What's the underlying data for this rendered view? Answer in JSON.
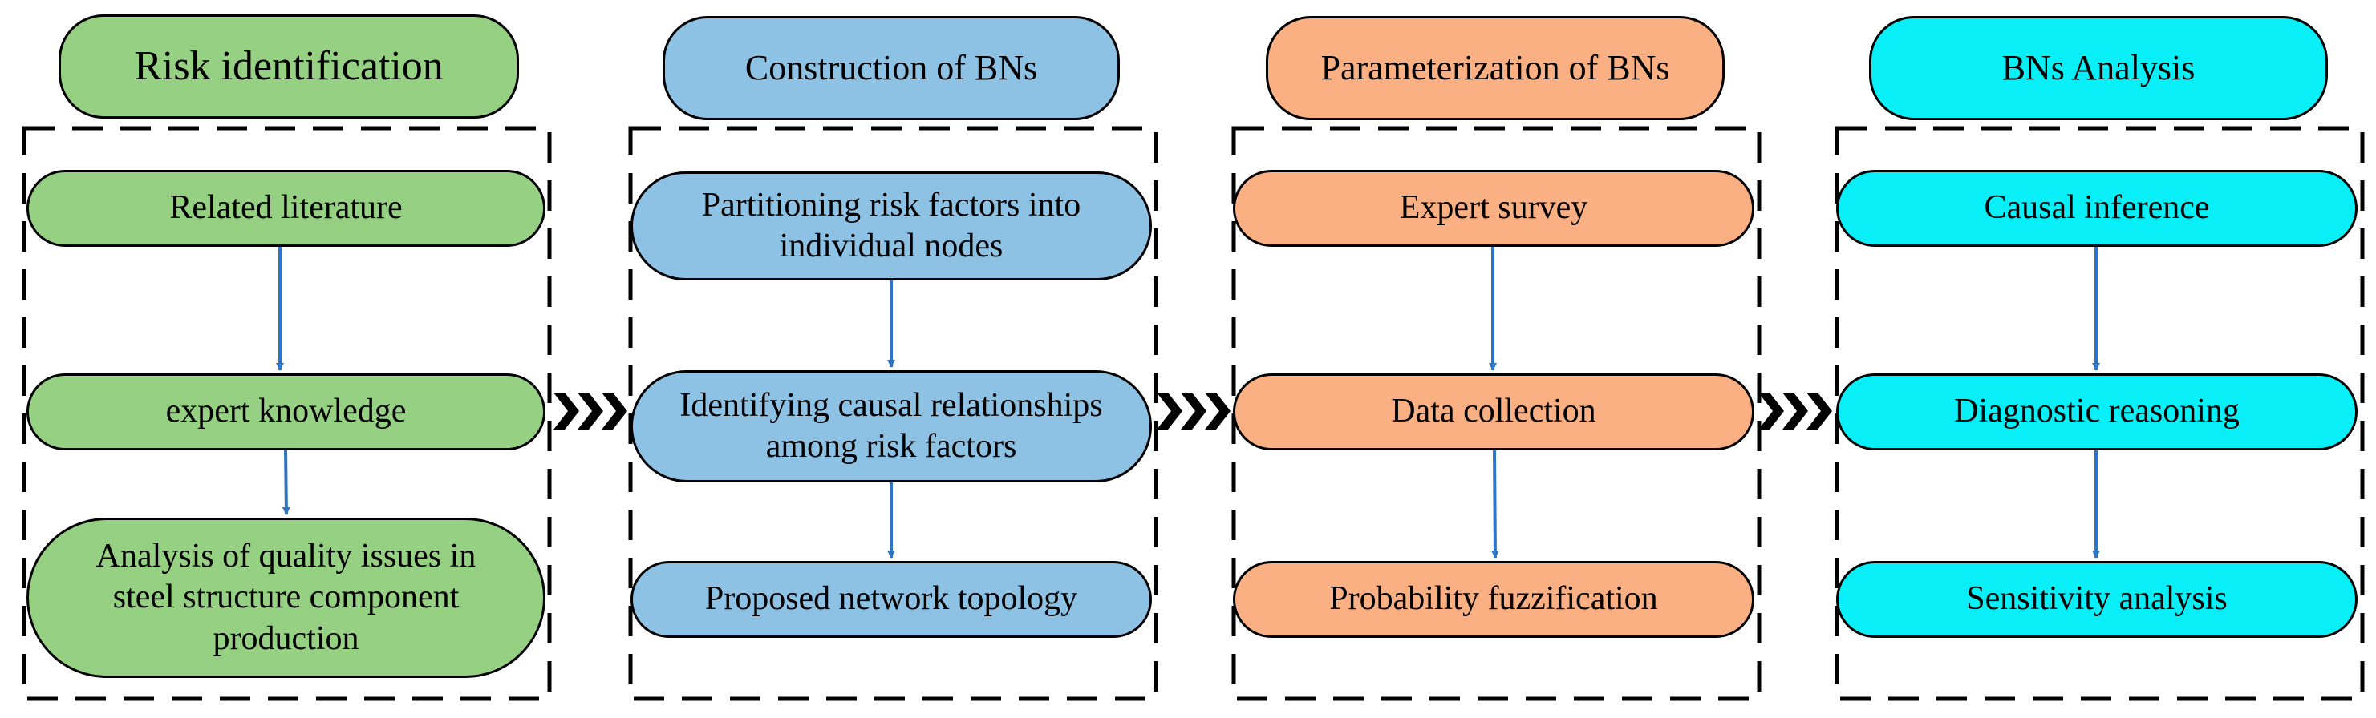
{
  "colors": {
    "green": "#96d082",
    "blue": "#8ec2e4",
    "orange": "#fbb083",
    "cyan": "#09eff8",
    "arrow": "#2e75c6",
    "border": "#000000"
  },
  "stages": [
    {
      "title": "Risk identification",
      "color": "green",
      "nodes": [
        "Related literature",
        "expert knowledge",
        "Analysis of quality issues in steel structure component production"
      ]
    },
    {
      "title": "Construction of BNs",
      "color": "blue",
      "nodes": [
        "Partitioning risk factors into individual nodes",
        "Identifying causal relationships among risk factors",
        "Proposed network topology"
      ]
    },
    {
      "title": "Parameterization of BNs",
      "color": "orange",
      "nodes": [
        "Expert survey",
        "Data collection",
        "Probability fuzzification"
      ]
    },
    {
      "title": "BNs Analysis",
      "color": "cyan",
      "nodes": [
        "Causal inference",
        "Diagnostic reasoning",
        "Sensitivity analysis"
      ]
    }
  ]
}
